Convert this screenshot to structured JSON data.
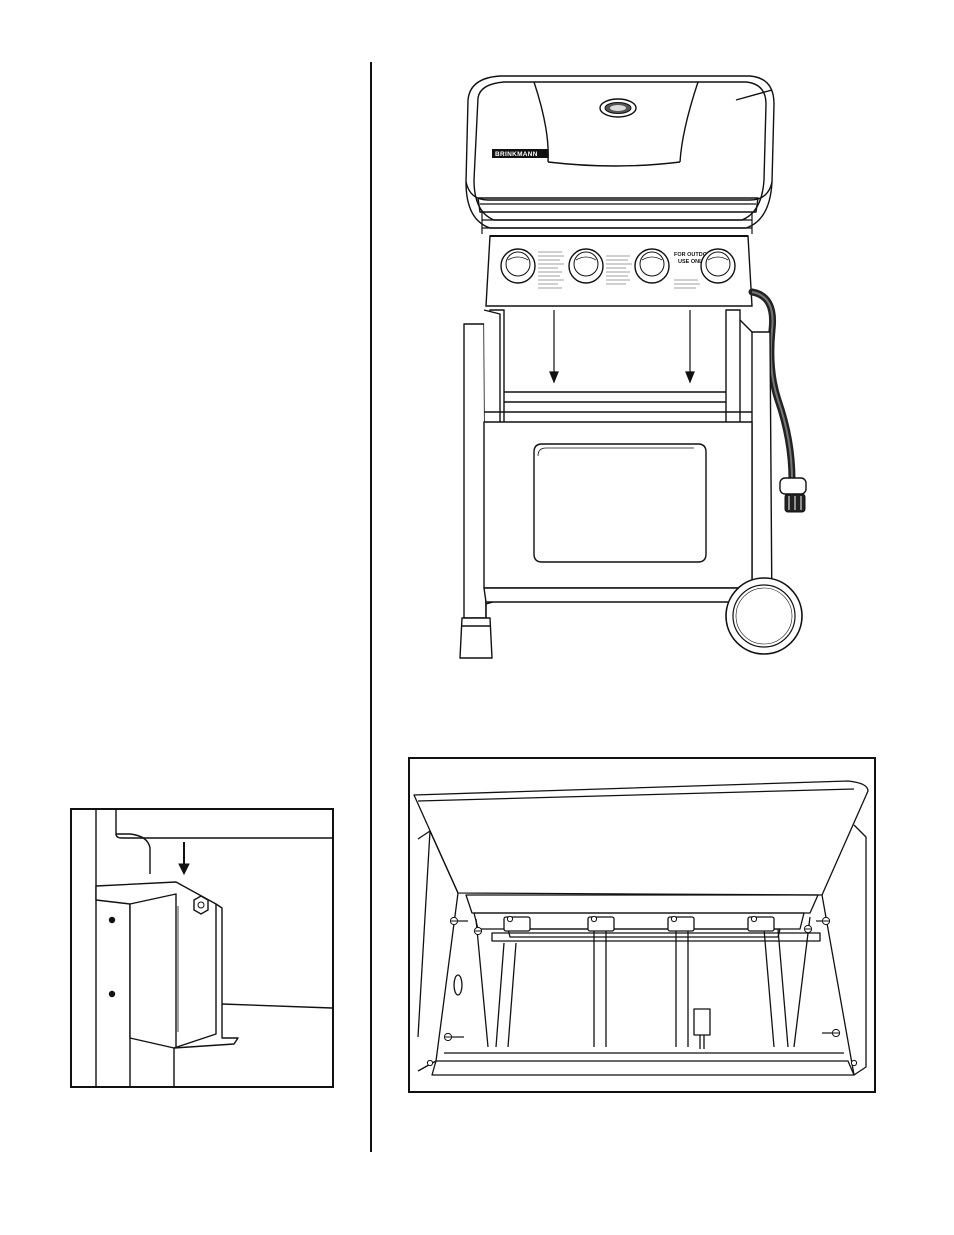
{
  "brand_plate": "BRINKMANN",
  "control_panel": {
    "warning_line1": "FOR OUTDOOR",
    "warning_line2": "USE ONLY"
  },
  "colors": {
    "line": "#111111",
    "background": "#ffffff",
    "hose": "#222222"
  },
  "icons": {
    "arrow": "down-arrow-icon",
    "nut": "hex-nut-icon"
  }
}
